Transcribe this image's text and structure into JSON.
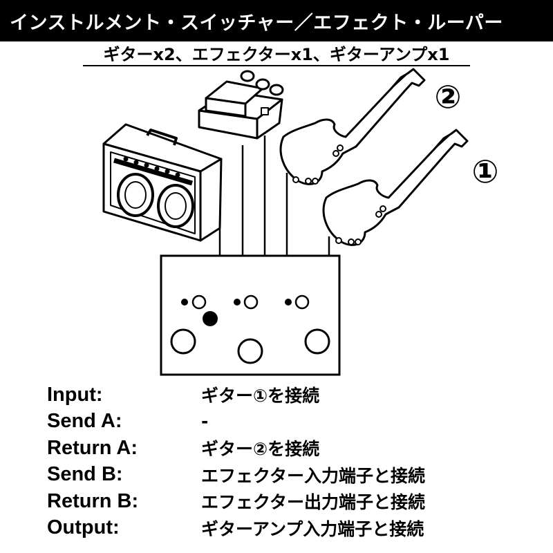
{
  "header": {
    "title": "インストルメント・スイッチャー／エフェクト・ルーパー"
  },
  "subtitle": "ギターx2、エフェクターx1、ギターアンプx1",
  "diagram": {
    "labels": {
      "guitar_2": "②",
      "guitar_1": "①"
    },
    "icons": [
      "amplifier-icon",
      "effect-pedal-icon",
      "guitar-icon",
      "switcher-box-icon"
    ]
  },
  "connections": [
    {
      "label": "Input:",
      "value": "ギター①を接続"
    },
    {
      "label": "Send A:",
      "value": "-"
    },
    {
      "label": "Return A:",
      "value": "ギター②を接続"
    },
    {
      "label": "Send B:",
      "value": "エフェクター入力端子と接続"
    },
    {
      "label": "Return B:",
      "value": "エフェクター出力端子と接続"
    },
    {
      "label": "Output:",
      "value": "ギターアンプ入力端子と接続"
    }
  ]
}
